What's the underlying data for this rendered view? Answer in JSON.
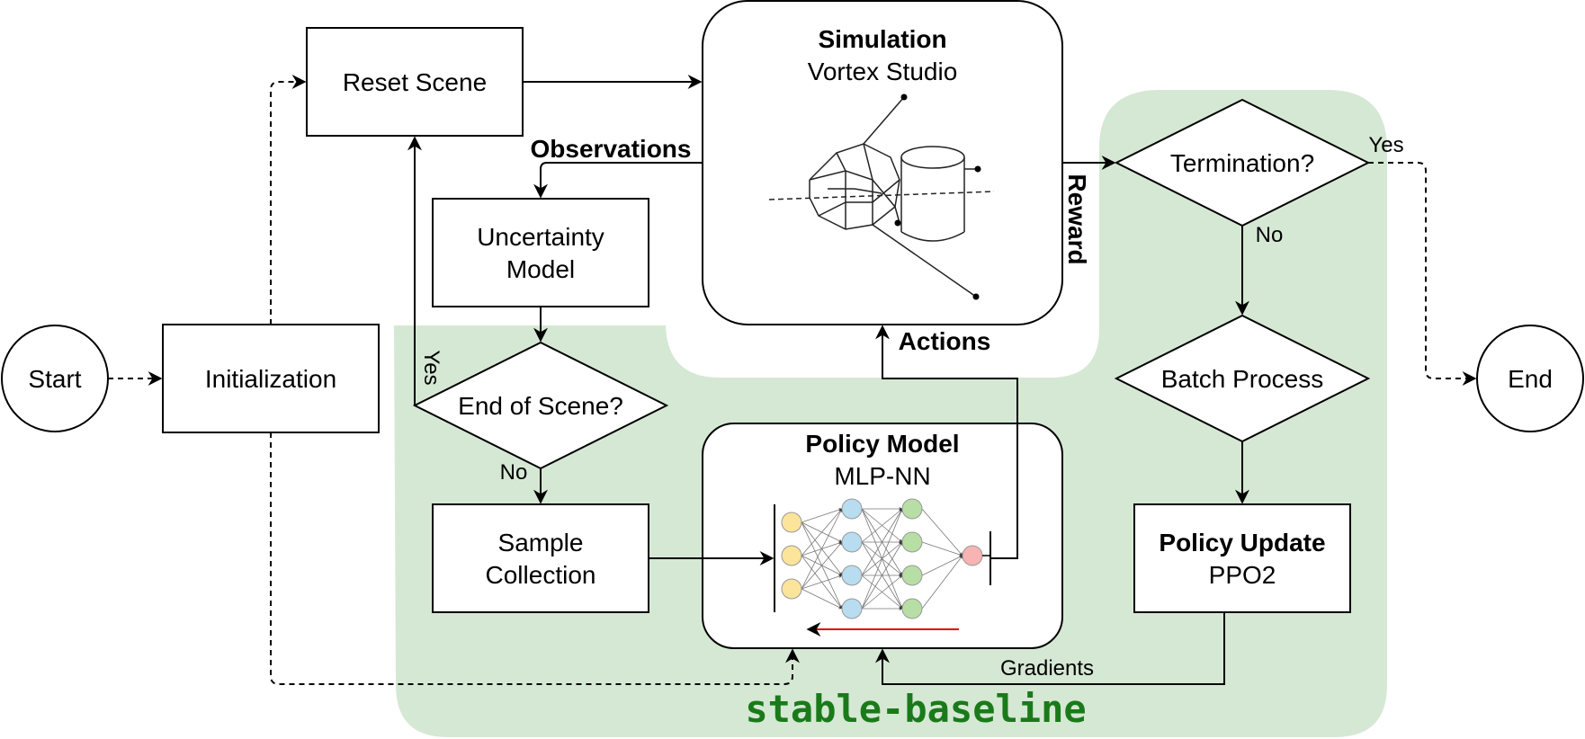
{
  "diagram": {
    "group_label": "stable-baseline",
    "nodes": {
      "start": "Start",
      "end": "End",
      "initialization": "Initialization",
      "reset_scene": "Reset Scene",
      "simulation_title": "Simulation",
      "simulation_subtitle": "Vortex Studio",
      "uncertainty_line1": "Uncertainty",
      "uncertainty_line2": "Model",
      "end_of_scene": "End of Scene?",
      "sample_line1": "Sample",
      "sample_line2": "Collection",
      "policy_model_title": "Policy Model",
      "policy_model_subtitle": "MLP-NN",
      "termination": "Termination?",
      "batch_process": "Batch Process",
      "policy_update_title": "Policy Update",
      "policy_update_subtitle": "PPO2"
    },
    "edges": {
      "observations": "Observations",
      "reward": "Reward",
      "actions": "Actions",
      "gradients": "Gradients",
      "yes_end_of_scene": "Yes",
      "no_end_of_scene": "No",
      "yes_termination": "Yes",
      "no_termination": "No"
    },
    "colors": {
      "group_fill": "#d5e8d4",
      "group_text": "#1a7a1a",
      "input_neuron": "#fde49b",
      "hidden_neuron_1": "#b8dcf0",
      "hidden_neuron_2": "#b7dea5",
      "output_neuron": "#f8b3b3",
      "backprop_arrow": "#e00000"
    }
  }
}
